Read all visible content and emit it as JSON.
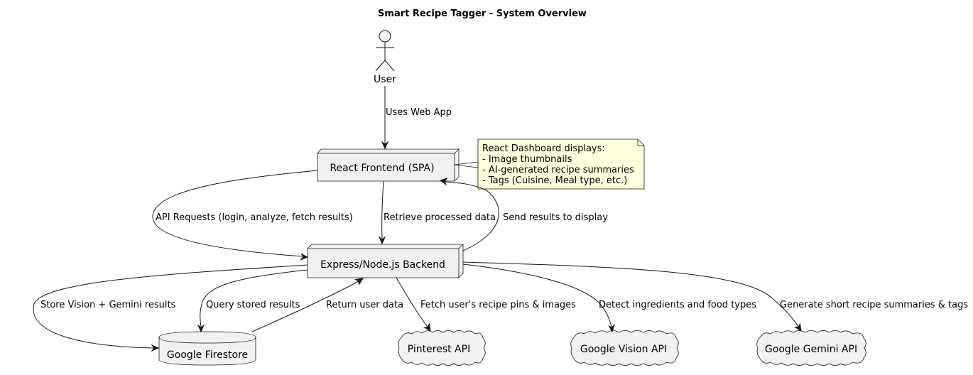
{
  "title": "Smart Recipe Tagger - System Overview",
  "actor": {
    "label": "User",
    "icon": "stick-figure-icon"
  },
  "nodes": {
    "frontend": "React Frontend (SPA)",
    "backend": "Express/Node.js Backend",
    "firestore": "Google Firestore",
    "pinterest": "Pinterest API",
    "vision": "Google Vision API",
    "gemini": "Google Gemini API"
  },
  "note": {
    "lines": [
      "React Dashboard displays:",
      "- Image thumbnails",
      "- AI-generated recipe summaries",
      "- Tags (Cuisine, Meal type, etc.)"
    ]
  },
  "edges": {
    "uses_web_app": "Uses Web App",
    "api_requests": "API Requests (login, analyze, fetch results)",
    "retrieve_processed": "Retrieve processed data",
    "send_results": "Send results to display",
    "store_results": "Store Vision + Gemini results",
    "query_stored": "Query stored results",
    "return_user_data": "Return user data",
    "fetch_pins": "Fetch user's recipe pins & images",
    "detect_ingredients": "Detect ingredients and food types",
    "generate_summaries": "Generate short recipe summaries & tags"
  },
  "colors": {
    "node_fill": "#f1f1f1",
    "note_fill": "#feffdd",
    "line": "#181818"
  }
}
